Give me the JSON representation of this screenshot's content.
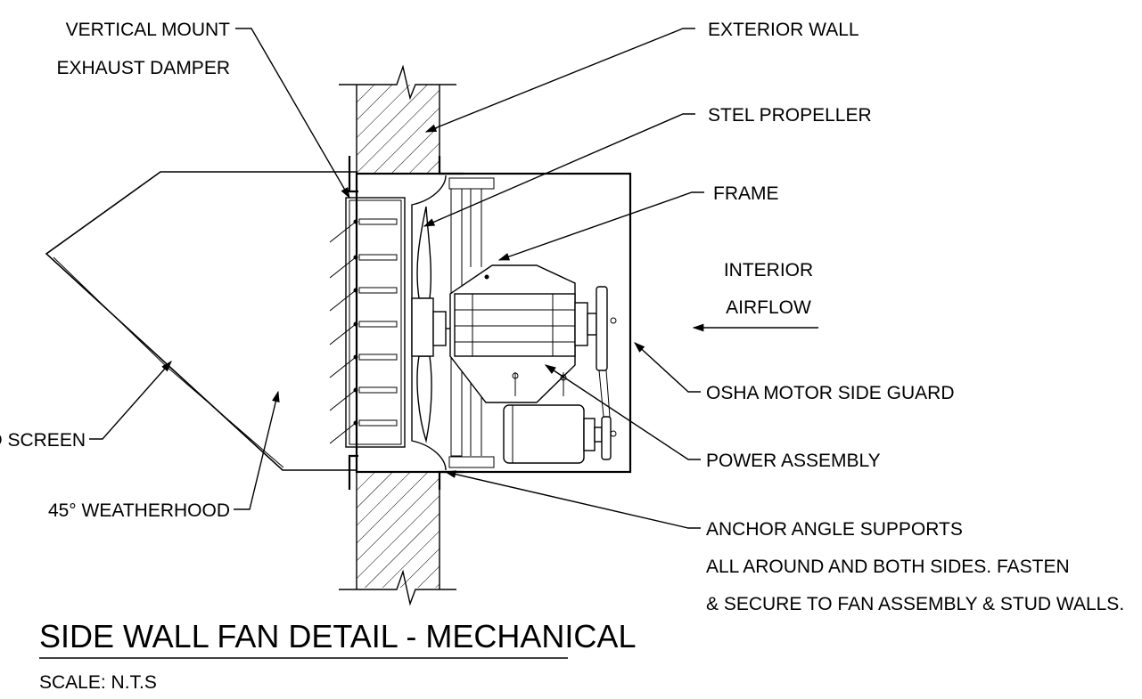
{
  "title": "SIDE WALL FAN DETAIL - MECHANICAL",
  "scale": "SCALE: N.T.S",
  "labels": {
    "damper_line1": "VERTICAL MOUNT",
    "damper_line2": "EXHAUST DAMPER",
    "exterior_wall": "EXTERIOR WALL",
    "propeller": "STEL PROPELLER",
    "frame": "FRAME",
    "interior_line1": "INTERIOR",
    "interior_line2": "AIRFLOW",
    "motor_guard": "OSHA MOTOR SIDE GUARD",
    "power_assembly": "POWER ASSEMBLY",
    "anchor_line1": "ANCHOR ANGLE SUPPORTS",
    "anchor_line2": "ALL AROUND AND BOTH SIDES. FASTEN",
    "anchor_line3": "& SECURE TO FAN ASSEMBLY & STUD WALLS.",
    "screen": "D SCREEN",
    "weatherhood": "45° WEATHERHOOD"
  }
}
